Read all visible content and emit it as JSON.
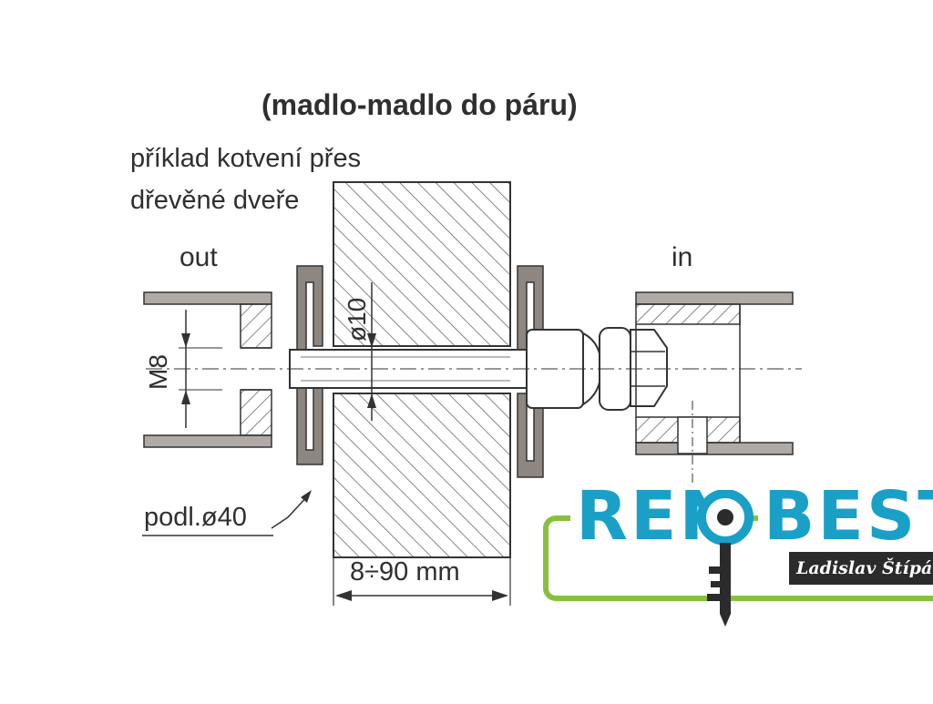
{
  "diagram": {
    "title": "(madlo-madlo do páru)",
    "subtitle_line1": "příklad kotvení přes",
    "subtitle_line2": "dřevěné dveře",
    "side_out": "out",
    "side_in": "in",
    "thread_label": "M8",
    "hole_label": "ø10",
    "washer_label": "podl.ø40",
    "thickness_label": "8÷90 mm"
  },
  "logo": {
    "name_part1": "REN",
    "name_part2": "BEST",
    "tagline": "Ladislav Štípánek",
    "brand_blue": "#1aa0c7",
    "brand_green": "#86c13d",
    "key_color": "#2b2b2b"
  },
  "colors": {
    "line": "#333333",
    "tube_fill": "#b0aaa6",
    "washer_fill": "#8d8681",
    "hatch": "#555555"
  }
}
